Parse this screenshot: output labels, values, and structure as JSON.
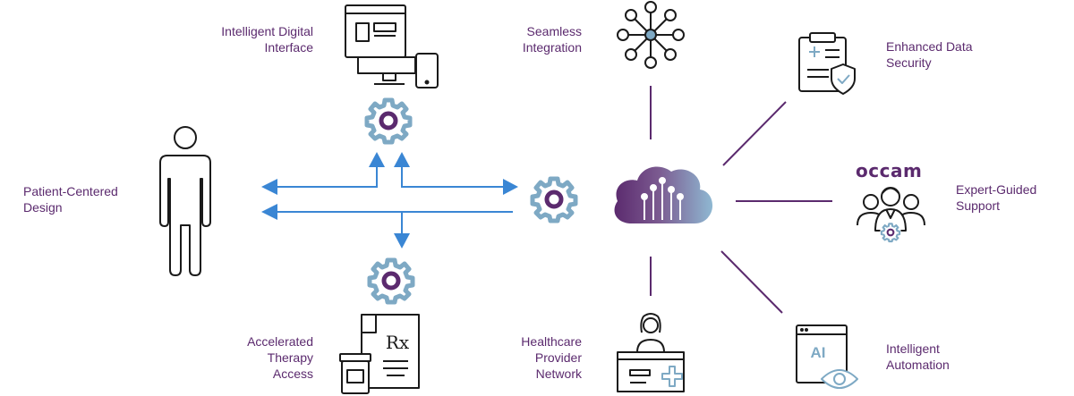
{
  "colors": {
    "purple": "#5b2a6e",
    "gear": "#7ea9c4",
    "arrow": "#3a86d4",
    "icon_stroke": "#1a1a1a",
    "accent_blue": "#7ea9c4",
    "cloud_start": "#5b2a6e",
    "cloud_end": "#8fb8d2"
  },
  "labels": {
    "intelligent_digital_interface": "Intelligent Digital\nInterface",
    "seamless_integration": "Seamless\nIntegration",
    "enhanced_data_security": "Enhanced Data\nSecurity",
    "patient_centered_design": "Patient-Centered\nDesign",
    "expert_guided_support": "Expert-Guided\nSupport",
    "accelerated_therapy_access": "Accelerated\nTherapy\nAccess",
    "healthcare_provider_network": "Healthcare\nProvider\nNetwork",
    "intelligent_automation": "Intelligent\nAutomation"
  },
  "logo_text": "occam",
  "ai_badge_text": "AI",
  "rx_text": "Rx",
  "icons": [
    "monitor-tablet-icon",
    "network-hub-icon",
    "clipboard-shield-icon",
    "person-icon",
    "cloud-icon",
    "team-support-icon",
    "prescription-icon",
    "provider-desk-icon",
    "ai-eye-icon",
    "gear-icon"
  ]
}
